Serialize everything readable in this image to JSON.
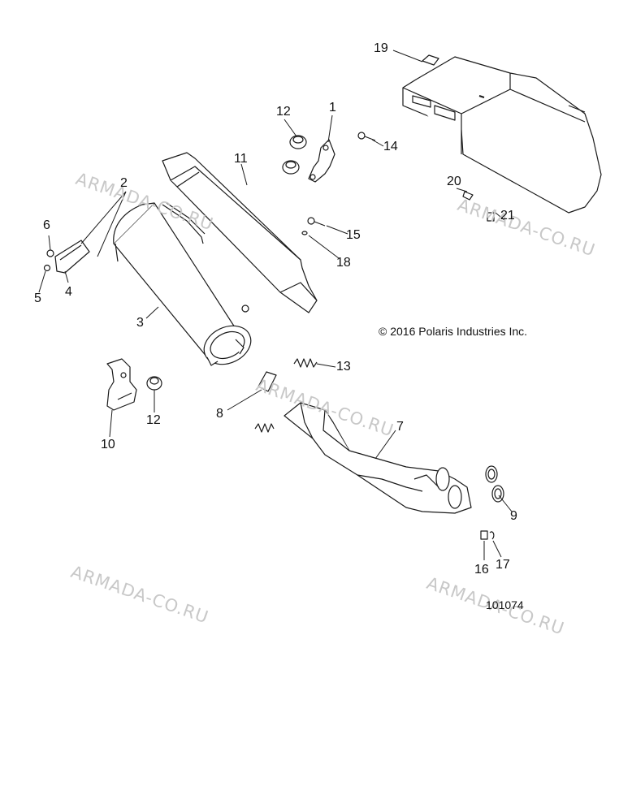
{
  "labels": [
    {
      "id": "1",
      "text": "1"
    },
    {
      "id": "2",
      "text": "2"
    },
    {
      "id": "3",
      "text": "3"
    },
    {
      "id": "4",
      "text": "4"
    },
    {
      "id": "5",
      "text": "5"
    },
    {
      "id": "6",
      "text": "6"
    },
    {
      "id": "7",
      "text": "7"
    },
    {
      "id": "8",
      "text": "8"
    },
    {
      "id": "9",
      "text": "9"
    },
    {
      "id": "10",
      "text": "10"
    },
    {
      "id": "11",
      "text": "11"
    },
    {
      "id": "12a",
      "text": "12"
    },
    {
      "id": "12b",
      "text": "12"
    },
    {
      "id": "13",
      "text": "13"
    },
    {
      "id": "14",
      "text": "14"
    },
    {
      "id": "15",
      "text": "15"
    },
    {
      "id": "16",
      "text": "16"
    },
    {
      "id": "17",
      "text": "17"
    },
    {
      "id": "18",
      "text": "18"
    },
    {
      "id": "19",
      "text": "19"
    },
    {
      "id": "20",
      "text": "20"
    },
    {
      "id": "21",
      "text": "21"
    }
  ],
  "copyright": "© 2016 Polaris Industries Inc.",
  "diagram_number": "101074",
  "watermark": "ARMADA-CO.RU",
  "colors": {
    "line": "#1a1a1a",
    "fill": "#ffffff",
    "watermark": "#c8c8c8"
  }
}
